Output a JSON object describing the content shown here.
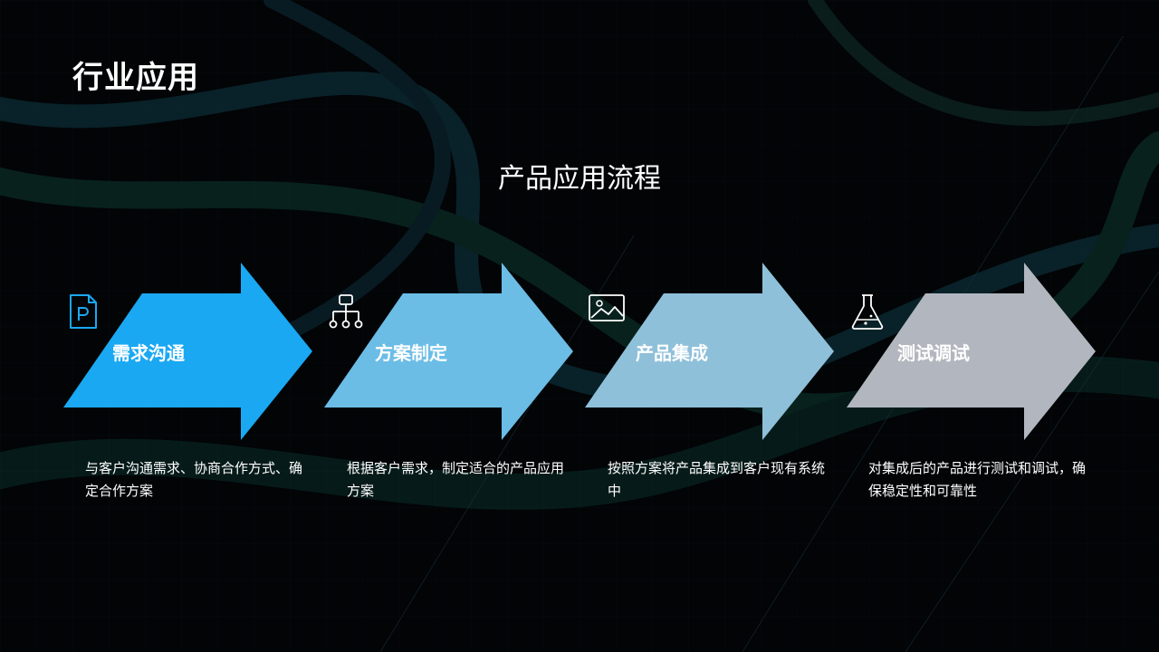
{
  "slide": {
    "title": "行业应用"
  },
  "flow": {
    "title": "产品应用流程",
    "steps": [
      {
        "label": "需求沟通",
        "icon": "powerpoint-file-icon",
        "color": "#1aa8f2",
        "desc": "与客户沟通需求、协商合作方式、确定合作方案"
      },
      {
        "label": "方案制定",
        "icon": "org-chart-icon",
        "color": "#6bbde6",
        "desc": "根据客户需求，制定适合的产品应用方案"
      },
      {
        "label": "产品集成",
        "icon": "image-icon",
        "color": "#8fc0da",
        "desc": "按照方案将产品集成到客户现有系统中"
      },
      {
        "label": "测试调试",
        "icon": "flask-icon",
        "color": "#b2b7bf",
        "desc": "对集成后的产品进行测试和调试，确保稳定性和可靠性"
      }
    ]
  }
}
